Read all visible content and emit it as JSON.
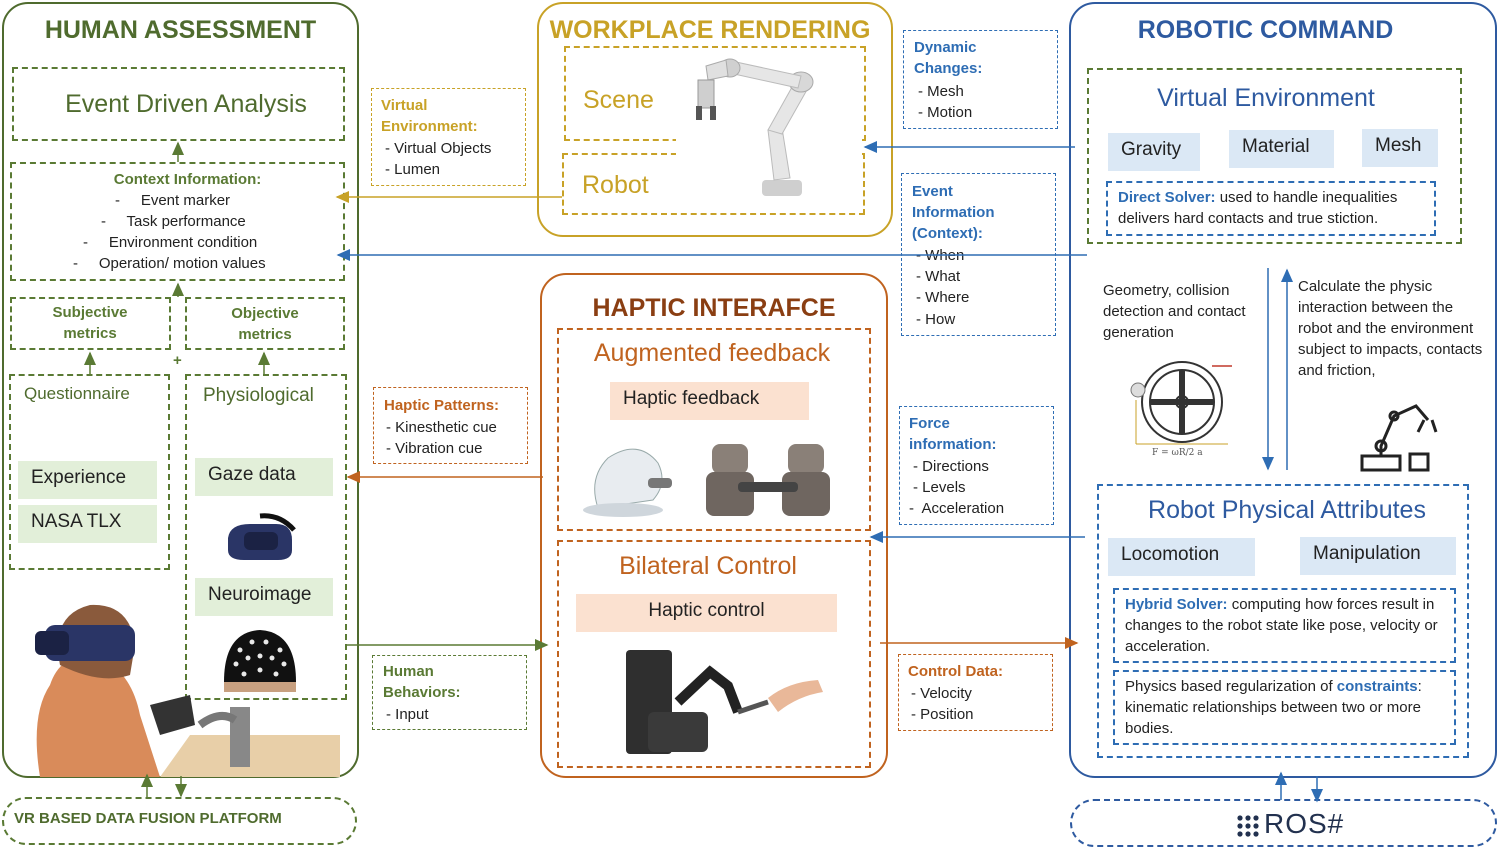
{
  "human": {
    "title": "HUMAN ASSESSMENT",
    "event_driven": "Event Driven Analysis",
    "context_title": "Context Information:",
    "context_items": [
      "-     Event marker",
      "-     Task performance",
      "-     Environment condition",
      "-     Operation/ motion values"
    ],
    "subjective": "Subjective metrics",
    "objective": "Objective metrics",
    "plus": "+",
    "questionnaire": "Questionnaire",
    "experience": "Experience",
    "nasa": "NASA TLX",
    "physiological": "Physiological",
    "gaze": "Gaze data",
    "neuroimage": "Neuroimage",
    "platform": "VR BASED DATA FUSION PLATFORM"
  },
  "workplace": {
    "title": "WORKPLACE RENDERING",
    "scene": "Scene",
    "robot": "Robot"
  },
  "haptic": {
    "title": "HAPTIC INTERAFCE",
    "augmented": "Augmented feedback",
    "haptic_feedback": "Haptic feedback",
    "bilateral": "Bilateral Control",
    "haptic_control": "Haptic control"
  },
  "robotic": {
    "title": "ROBOTIC COMMAND",
    "virtual_env": "Virtual Environment",
    "gravity": "Gravity",
    "material": "Material",
    "mesh": "Mesh",
    "direct_solver_label": "Direct Solver:",
    "direct_solver_text": " used to  handle inequalities delivers hard contacts and true stiction.",
    "geometry": "Geometry, collision detection and contact generation",
    "calculate": "Calculate the physic interaction between the robot and the environment subject to impacts, contacts and friction,",
    "formula": "F = ωR/2 a",
    "physical_attr": "Robot Physical Attributes",
    "locomotion": "Locomotion",
    "manipulation": "Manipulation",
    "hybrid_label": "Hybrid Solver:",
    "hybrid_text": " computing how forces result in changes to the robot state like pose, velocity or acceleration.",
    "physics_pre": "Physics based regularization of ",
    "physics_kw": "constraints",
    "physics_post": ": kinematic relationships between two or more bodies.",
    "ros": "ROS#"
  },
  "callouts": {
    "virtual_env_title": "Virtual Environment:",
    "virtual_env_items": [
      "- Virtual Objects",
      "- Lumen"
    ],
    "dynamic_title": "Dynamic Changes:",
    "dynamic_items": [
      "- Mesh",
      "- Motion"
    ],
    "event_title": "Event Information (Context):",
    "event_items": [
      "- When",
      "- What",
      "- Where",
      "- How"
    ],
    "haptic_patterns_title": "Haptic Patterns:",
    "haptic_patterns_items": [
      "- Kinesthetic cue",
      "- Vibration cue"
    ],
    "force_title": "Force information:",
    "force_items": [
      "- Directions",
      "- Levels",
      "-  Acceleration"
    ],
    "human_behaviors_title": "Human Behaviors:",
    "human_behaviors_items": [
      "- Input"
    ],
    "control_title": "Control Data:",
    "control_items": [
      "- Velocity",
      "- Position"
    ]
  },
  "colors": {
    "green": "#4f6b2e",
    "gold": "#c8a227",
    "orange": "#c0631f",
    "blue": "#2e5aa0"
  }
}
